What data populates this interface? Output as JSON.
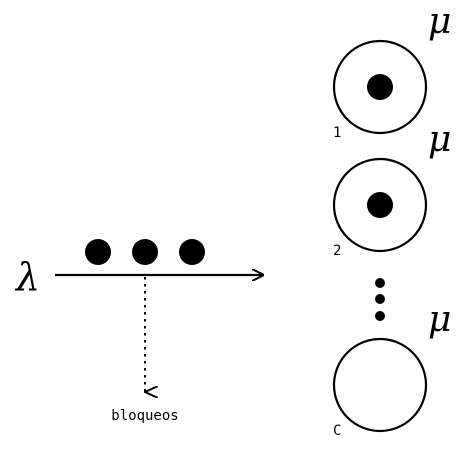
{
  "arrival": {
    "rate_symbol": "λ",
    "queue_customers": 3
  },
  "blocked": {
    "label": "bloqueos"
  },
  "servers": [
    {
      "label": "1",
      "rate_symbol": "μ",
      "busy": true
    },
    {
      "label": "2",
      "rate_symbol": "μ",
      "busy": true
    },
    {
      "label": "C",
      "rate_symbol": "μ",
      "busy": false
    }
  ],
  "colors": {
    "ink": "#000000",
    "background": "#ffffff"
  }
}
